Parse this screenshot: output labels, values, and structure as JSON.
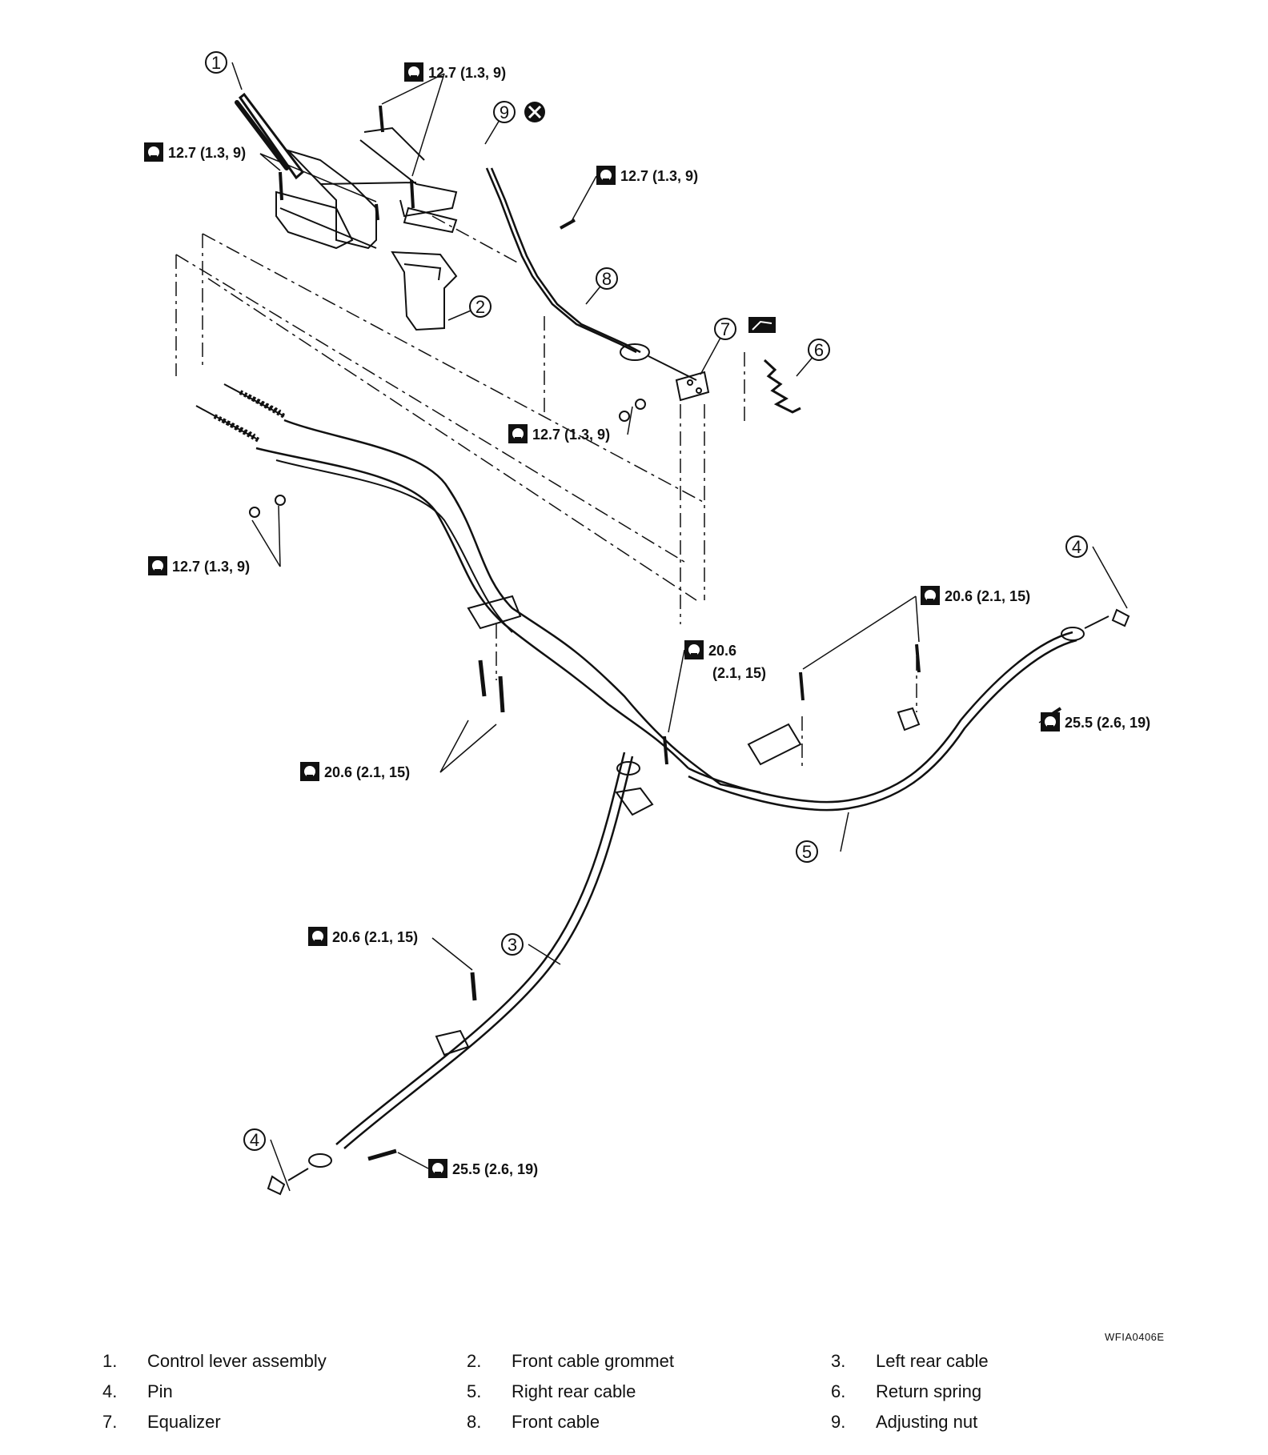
{
  "figure_id": "WFIA0406E",
  "callouts": [
    "1",
    "2",
    "3",
    "4",
    "4",
    "5",
    "6",
    "7",
    "8",
    "9"
  ],
  "torque_labels": [
    "12.7 (1.3, 9)",
    "12.7 (1.3, 9)",
    "12.7 (1.3, 9)",
    "12.7 (1.3, 9)",
    "12.7 (1.3, 9)",
    "20.6 (2.1, 15)",
    "20.6",
    "(2.1, 15)",
    "20.6 (2.1, 15)",
    "25.5 (2.6, 19)",
    "20.6 (2.1, 15)",
    "25.5 (2.6, 19)"
  ],
  "legend": [
    {
      "num": "1.",
      "label": "Control lever assembly"
    },
    {
      "num": "2.",
      "label": "Front cable grommet"
    },
    {
      "num": "3.",
      "label": "Left rear cable"
    },
    {
      "num": "4.",
      "label": "Pin"
    },
    {
      "num": "5.",
      "label": "Right rear cable"
    },
    {
      "num": "6.",
      "label": "Return spring"
    },
    {
      "num": "7.",
      "label": "Equalizer"
    },
    {
      "num": "8.",
      "label": "Front cable"
    },
    {
      "num": "9.",
      "label": "Adjusting nut"
    }
  ]
}
